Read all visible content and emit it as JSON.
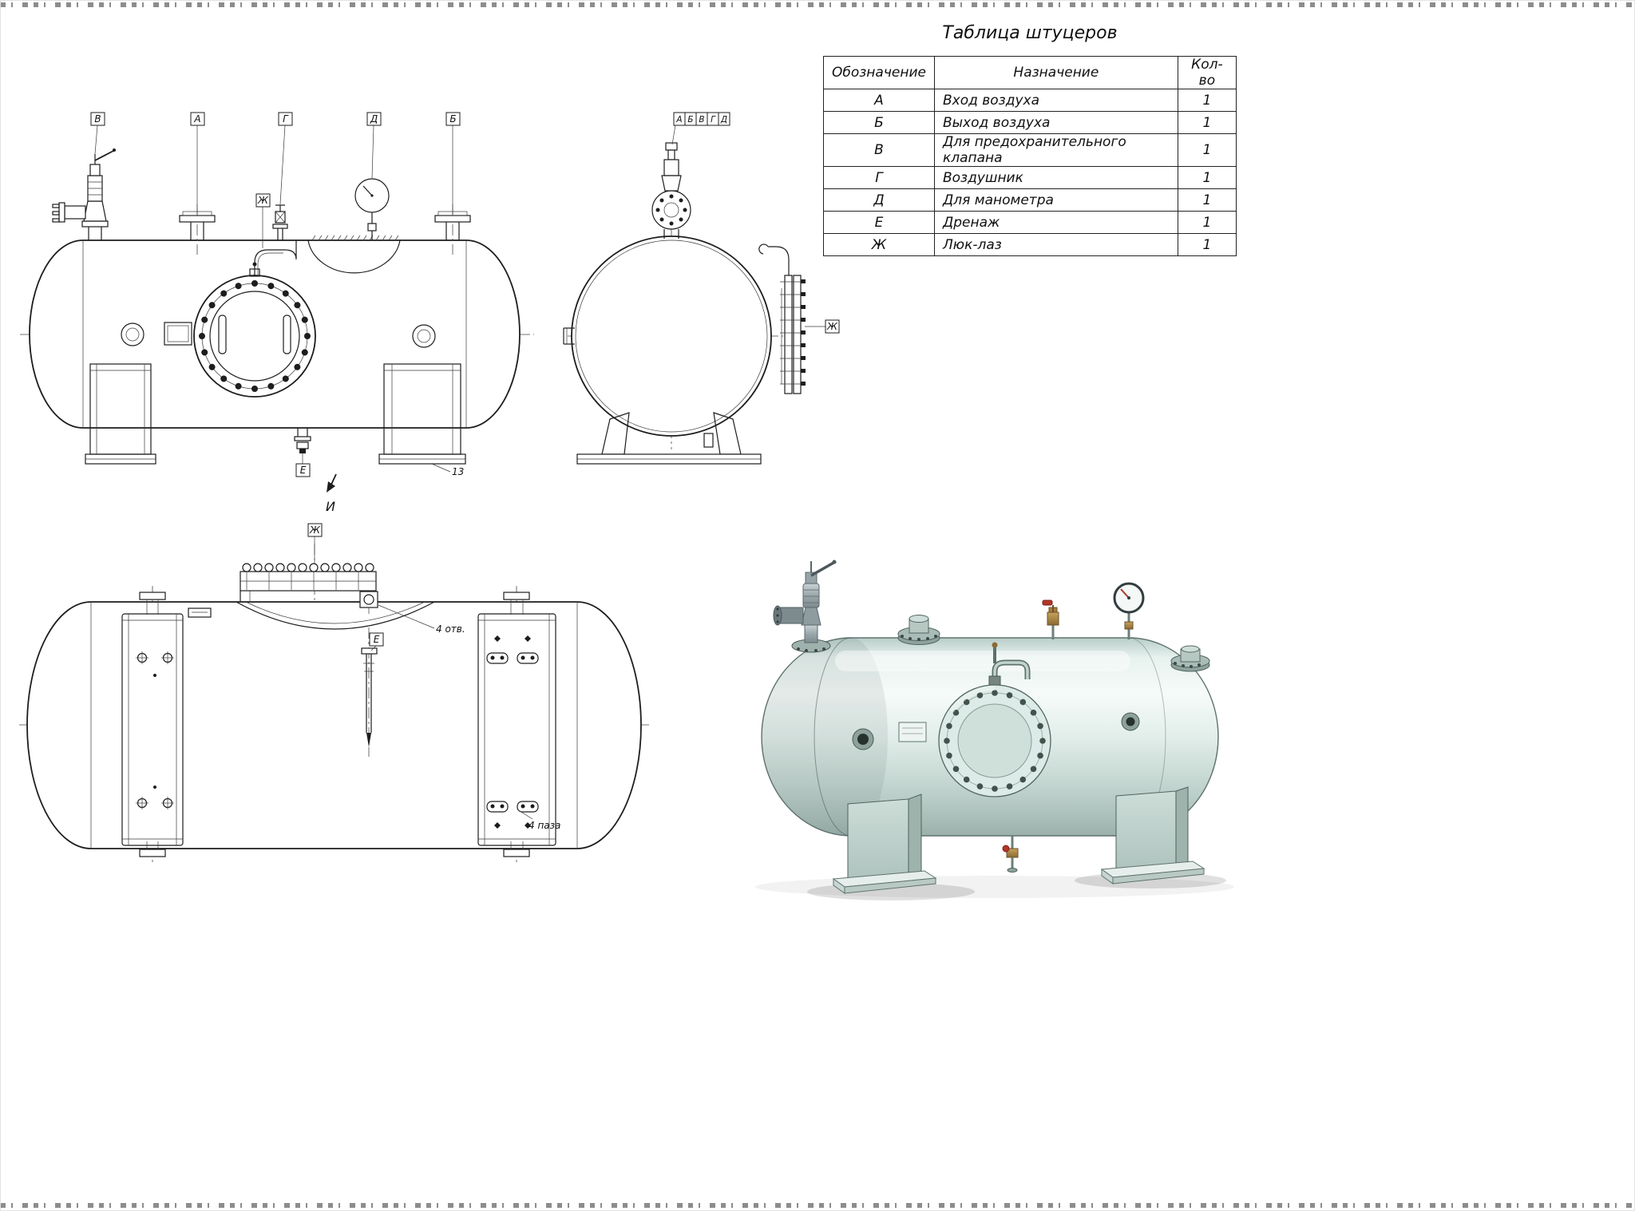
{
  "table": {
    "title": "Таблица штуцеров",
    "headers": [
      "Обозначение",
      "Назначение",
      "Кол-во"
    ],
    "rows": [
      {
        "mark": "А",
        "purpose": "Вход воздуха",
        "qty": "1"
      },
      {
        "mark": "Б",
        "purpose": "Выход воздуха",
        "qty": "1"
      },
      {
        "mark": "В",
        "purpose": "Для предохранительного клапана",
        "qty": "1"
      },
      {
        "mark": "Г",
        "purpose": "Воздушник",
        "qty": "1"
      },
      {
        "mark": "Д",
        "purpose": "Для манометра",
        "qty": "1"
      },
      {
        "mark": "Е",
        "purpose": "Дренаж",
        "qty": "1"
      },
      {
        "mark": "Ж",
        "purpose": "Люк-лаз",
        "qty": "1"
      }
    ]
  },
  "front_view": {
    "labels": {
      "safety_valve": "В",
      "air_inlet": "А",
      "vent": "Г",
      "gauge": "Д",
      "air_outlet": "Б",
      "manhole": "Ж",
      "drain": "Е"
    },
    "callout": "13"
  },
  "side_view": {
    "labels": {
      "a": "А",
      "b": "Б",
      "v": "В",
      "g": "Г",
      "d": "Д",
      "manhole": "Ж"
    }
  },
  "plan_view": {
    "view_mark": "И",
    "labels": {
      "manhole": "Ж",
      "drain": "Е"
    },
    "notes": {
      "holes": "4 отв.",
      "slots": "4 паза"
    }
  },
  "colors": {
    "vessel_body": "#dcebe7",
    "handle_red": "#b23527",
    "brass": "#a87e3f"
  }
}
